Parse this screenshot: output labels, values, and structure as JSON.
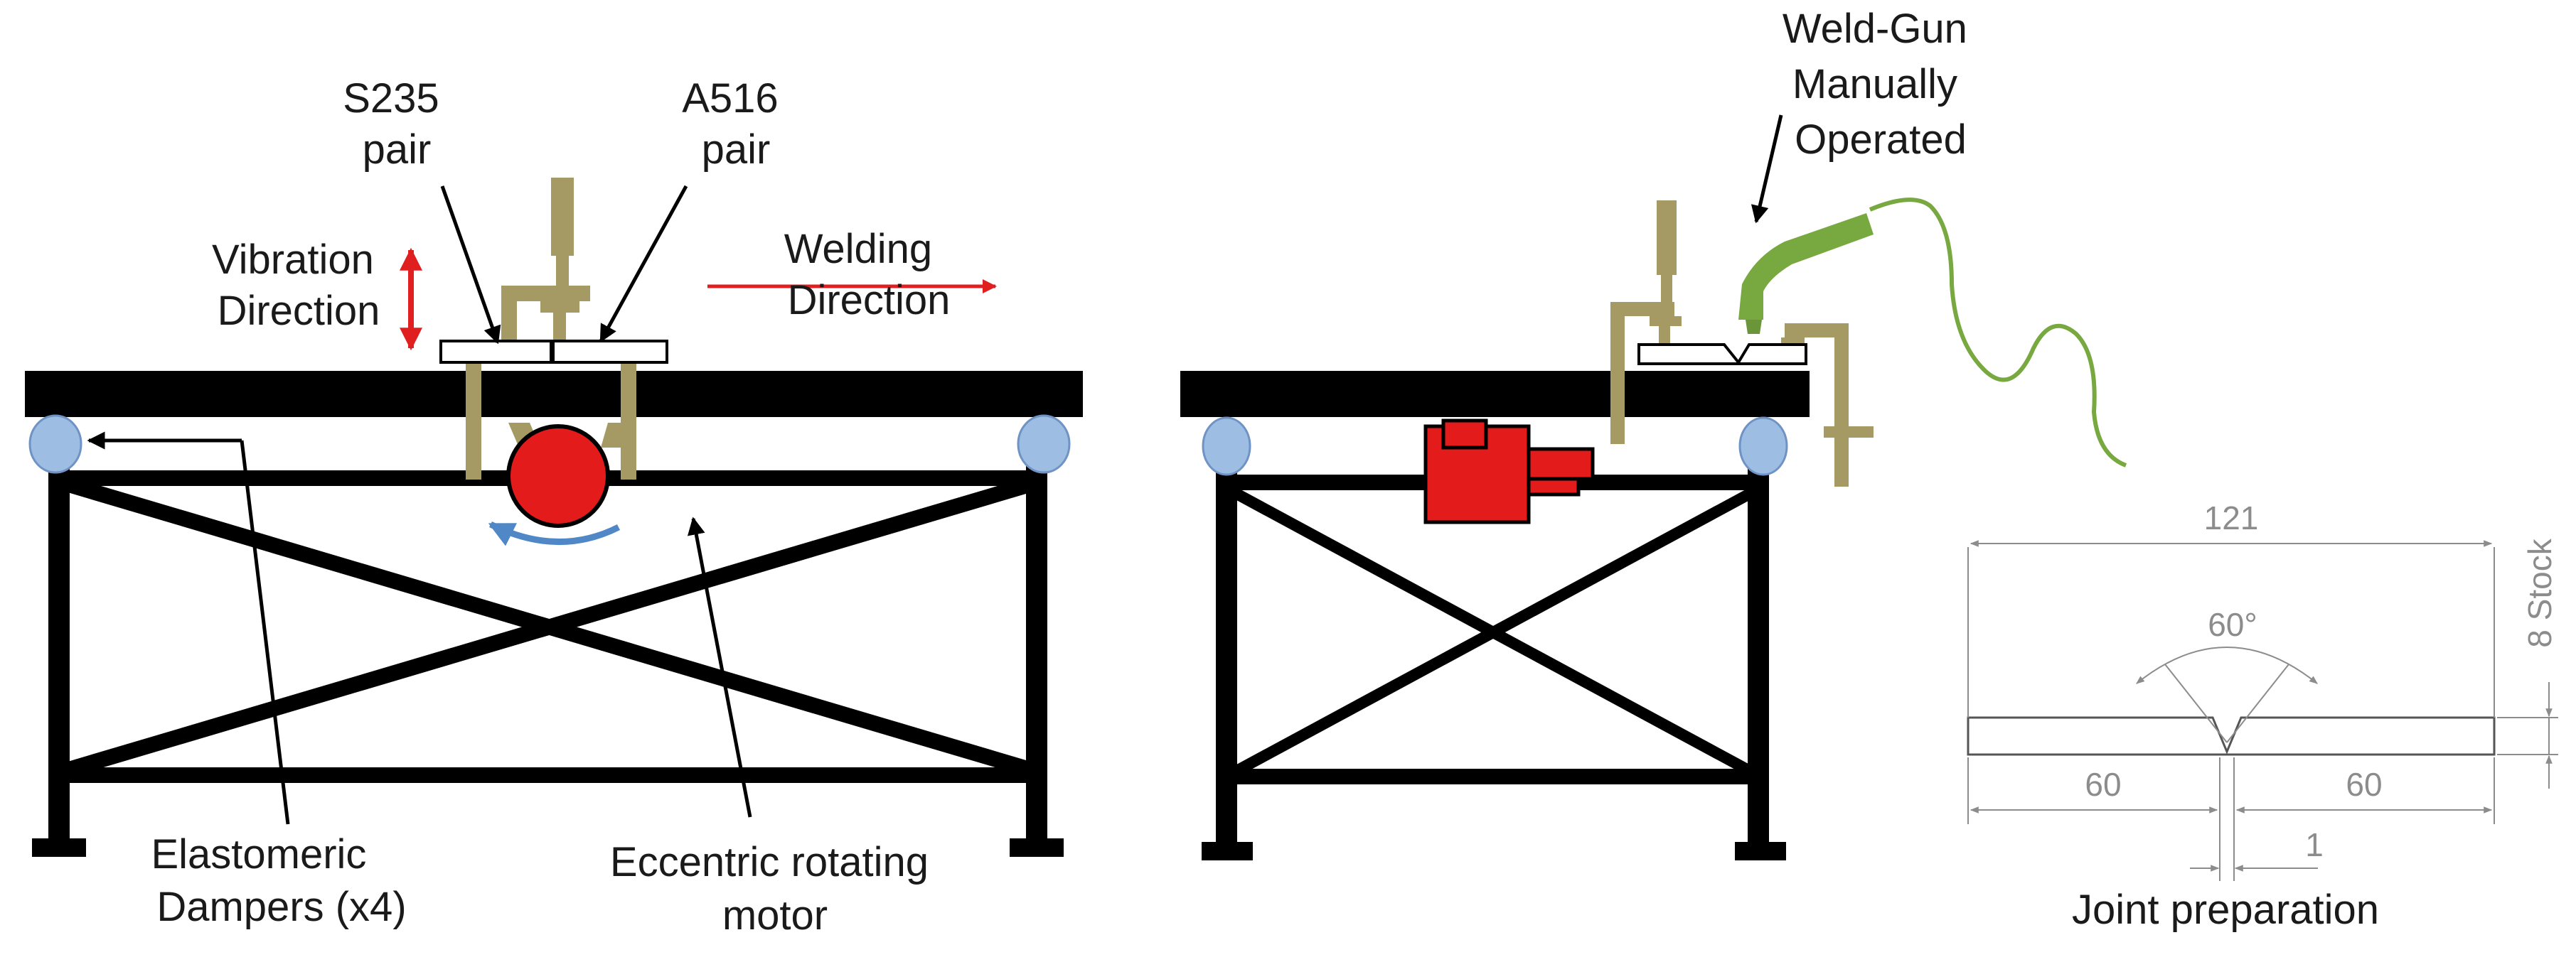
{
  "labels": {
    "s235": [
      "S235",
      "pair"
    ],
    "a516": [
      "A516",
      "pair"
    ],
    "vibration": [
      "Vibration",
      "Direction"
    ],
    "welding": [
      "Welding",
      "Direction"
    ],
    "weld_gun": [
      "Weld-Gun",
      "Manually",
      "Operated"
    ],
    "dampers": [
      "Elastomeric",
      "Dampers (x4)"
    ],
    "motor": [
      "Eccentric rotating",
      "motor"
    ],
    "joint": "Joint preparation"
  },
  "dimensions": {
    "total_width": "121",
    "stock": "8 Stock",
    "angle": "60°",
    "left_width": "60",
    "right_width": "60",
    "gap": "1"
  },
  "colors": {
    "frame": "#000000",
    "clamp": "#a59a63",
    "motor": "#e41b1b",
    "damper": "#9dbde3",
    "damper_edge": "#6f93c4",
    "gun": "#78a840",
    "arrow_red": "#e02020",
    "rotation_arrow": "#4f87c7",
    "dimension": "#8c8c8c"
  }
}
